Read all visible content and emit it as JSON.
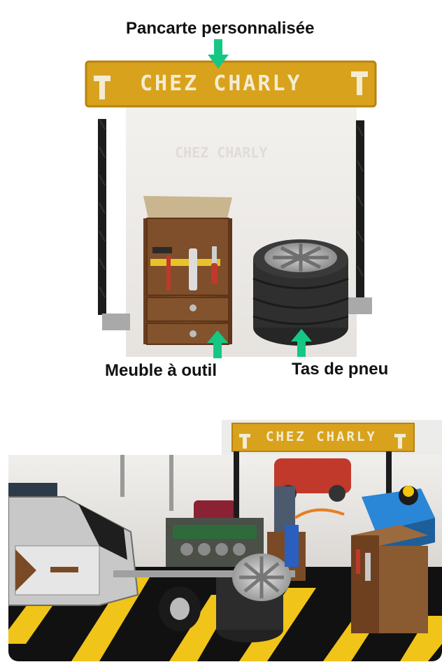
{
  "captions": {
    "sign": "Pancarte personnalisée",
    "toolbox": "Meuble à outil",
    "tires": "Tas de pneu"
  },
  "sign_text": "CHEZ CHARLY",
  "colors": {
    "arrow": "#16c784",
    "sign_yellow": "#d9a21c",
    "sign_text": "#f4ecd2",
    "wood": "#7a4a26",
    "tire": "#2a2a2a",
    "hazard_yellow": "#f0c419"
  }
}
